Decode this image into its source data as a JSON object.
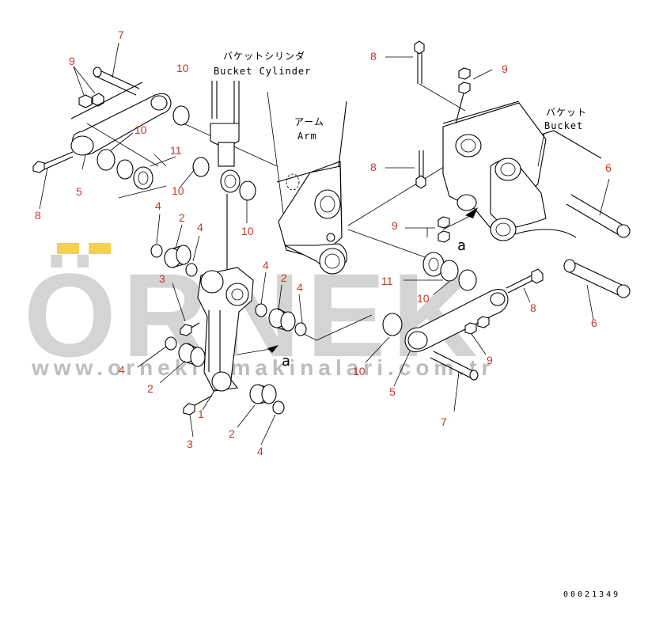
{
  "watermark": {
    "brand": "ÖRNEK",
    "url": "www.orneklismakinalari.com.tr",
    "brand_color": "#d4d4d4",
    "accent_color": "#f4cf55"
  },
  "labels": {
    "bucket_cylinder_jp": "バケットシリンダ",
    "bucket_cylinder_en": "Bucket Cylinder",
    "arm_jp": "アーム",
    "arm_en": "Arm",
    "bucket_jp": "バケット",
    "bucket_en": "Bucket",
    "view_marker": "a"
  },
  "callouts": {
    "c7a": "7",
    "c9a": "9",
    "c10a": "10",
    "c10b": "10",
    "c11a": "11",
    "c8a": "8",
    "c5a": "5",
    "c10c": "10",
    "c10d": "10",
    "c4a": "4",
    "c2a": "2",
    "c4b": "4",
    "c3a": "3",
    "c4c": "4",
    "c2b": "2",
    "c4d": "4",
    "c2c": "2",
    "c1a": "1",
    "c3b": "3",
    "c2d": "2",
    "c4e": "4",
    "c8b": "8",
    "c9b": "9",
    "c8c": "8",
    "c6a": "6",
    "c9c": "9",
    "c11b": "11",
    "c10e": "10",
    "c8d": "8",
    "c6b": "6",
    "c10f": "10",
    "c9d": "9",
    "c5b": "5",
    "c7b": "7"
  },
  "reference_number": "00021349",
  "colors": {
    "callout": "#c0392b",
    "line": "#000000"
  }
}
